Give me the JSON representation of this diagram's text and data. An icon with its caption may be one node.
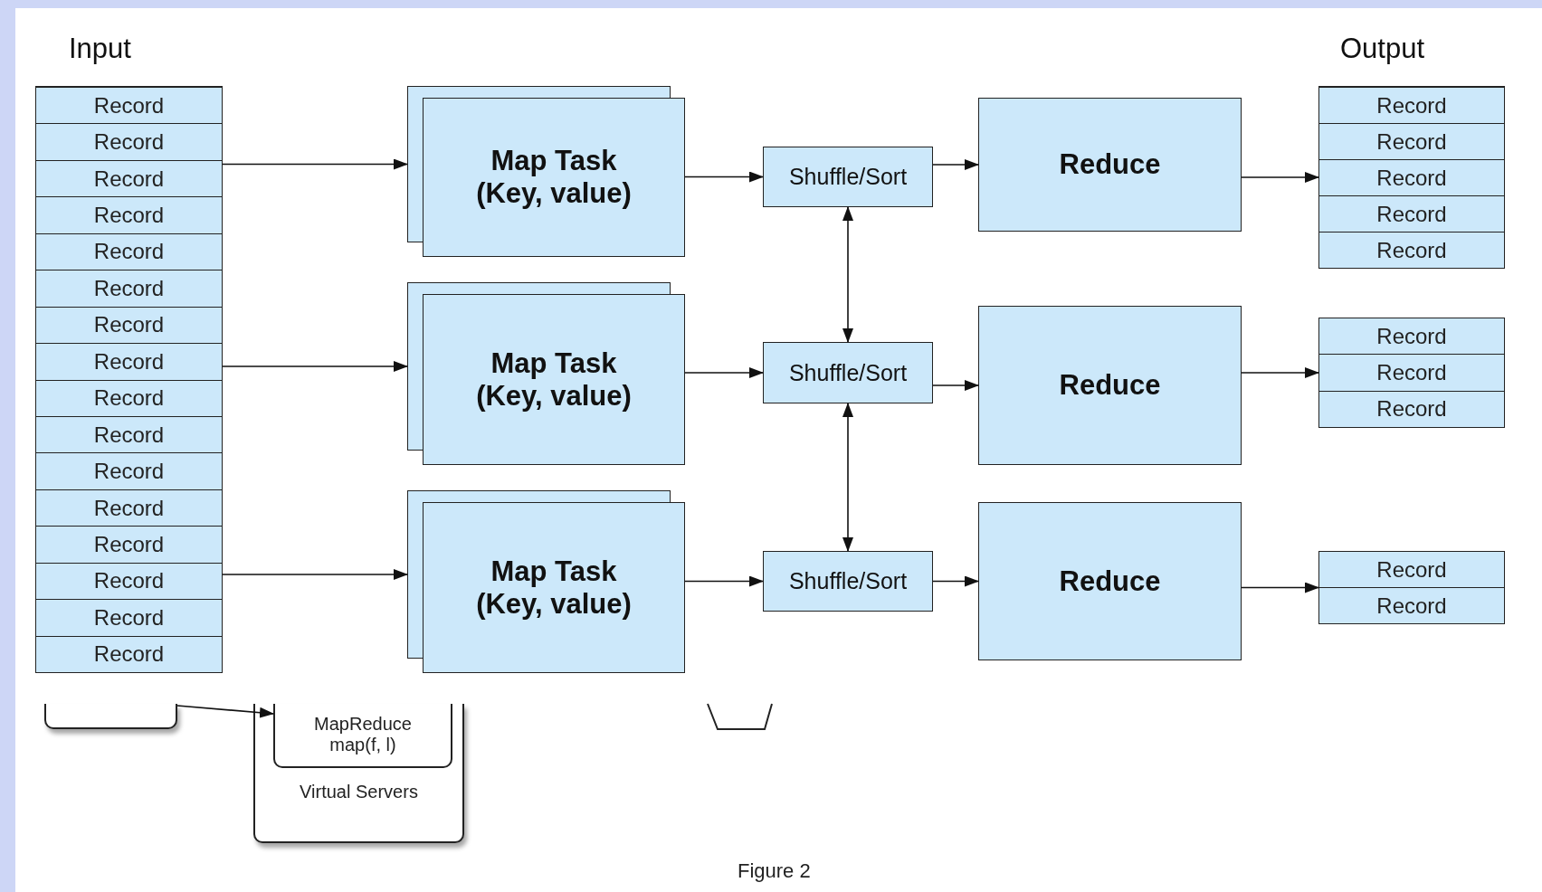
{
  "diagram": {
    "caption": "Figure 2",
    "nodes": [
      {
        "text": [
          "Input"
        ]
      },
      {
        "text": [
          "Record"
        ],
        "in": 0
      },
      {
        "text": [
          "Record"
        ],
        "in": 0
      },
      {
        "text": [
          "Record"
        ],
        "in": 0
      },
      {
        "text": [
          "Record"
        ],
        "in": 0
      },
      {
        "text": [
          "Record"
        ],
        "in": 0
      },
      {
        "text": [
          "Record"
        ],
        "in": 0
      },
      {
        "text": [
          "Record"
        ],
        "in": 0
      },
      {
        "text": [
          "Record"
        ],
        "in": 0
      },
      {
        "text": [
          "Record"
        ],
        "in": 0
      },
      {
        "text": [
          "Record"
        ],
        "in": 0
      },
      {
        "text": [
          "Record"
        ],
        "in": 0
      },
      {
        "text": [
          "Record"
        ],
        "in": 0
      },
      {
        "text": [
          "Record"
        ],
        "in": 0
      },
      {
        "text": [
          "Record"
        ],
        "in": 0
      },
      {
        "text": [
          "Record"
        ],
        "in": 0
      },
      {
        "text": [
          "Record"
        ],
        "in": 0
      },
      {
        "text": [
          "Map Task (Key, value)"
        ]
      },
      {
        "text": [
          "Map Task (Key, value)"
        ]
      },
      {
        "text": [
          "Map Task (Key, value)"
        ]
      },
      {
        "text": [
          "Shuffle/Sort"
        ]
      },
      {
        "text": [
          "Shuffle/Sort"
        ]
      },
      {
        "text": [
          "Shuffle/Sort"
        ]
      },
      {
        "text": [
          "Reduce"
        ]
      },
      {
        "text": [
          "Reduce"
        ]
      },
      {
        "text": [
          "Reduce"
        ]
      },
      {
        "text": [
          "Output"
        ]
      },
      {
        "text": [
          "Record"
        ],
        "in": 26
      },
      {
        "text": [
          "Record"
        ],
        "in": 26
      },
      {
        "text": [
          "Record"
        ],
        "in": 26
      },
      {
        "text": [
          "Record"
        ],
        "in": 26
      },
      {
        "text": [
          "Record"
        ],
        "in": 26
      },
      {
        "text": [],
        "shape": "box"
      },
      {
        "text": [
          "Record"
        ],
        "in": 32
      },
      {
        "text": [
          "Record"
        ],
        "in": 32
      },
      {
        "text": [
          "Record"
        ],
        "in": 32
      },
      {
        "text": [],
        "shape": "box"
      },
      {
        "text": [
          "Record"
        ],
        "in": 36
      },
      {
        "text": [
          "Record"
        ],
        "in": 36
      },
      {
        "text": [],
        "shape": "box"
      },
      {
        "text": [
          "Virtual Servers"
        ]
      },
      {
        "text": [
          "MapReduce map(f, l)"
        ],
        "in": 40
      }
    ],
    "edges": [
      {
        "from": 0,
        "to": 17,
        "arrow": "to"
      },
      {
        "from": 0,
        "to": 18,
        "arrow": "to"
      },
      {
        "from": 0,
        "to": 19,
        "arrow": "to"
      },
      {
        "from": 17,
        "to": 20,
        "arrow": "to"
      },
      {
        "from": 18,
        "to": 21,
        "arrow": "to"
      },
      {
        "from": 19,
        "to": 22,
        "arrow": "to"
      },
      {
        "from": 20,
        "to": 21,
        "arrow": "both"
      },
      {
        "from": 21,
        "to": 22,
        "arrow": "both"
      },
      {
        "from": 20,
        "to": 23,
        "arrow": "to"
      },
      {
        "from": 21,
        "to": 24,
        "arrow": "to"
      },
      {
        "from": 22,
        "to": 25,
        "arrow": "to"
      },
      {
        "from": 23,
        "to": 26,
        "arrow": "to"
      },
      {
        "from": 24,
        "to": 32,
        "arrow": "to"
      },
      {
        "from": 25,
        "to": 36,
        "arrow": "to"
      },
      {
        "from": 39,
        "to": 41,
        "arrow": "to"
      }
    ]
  }
}
